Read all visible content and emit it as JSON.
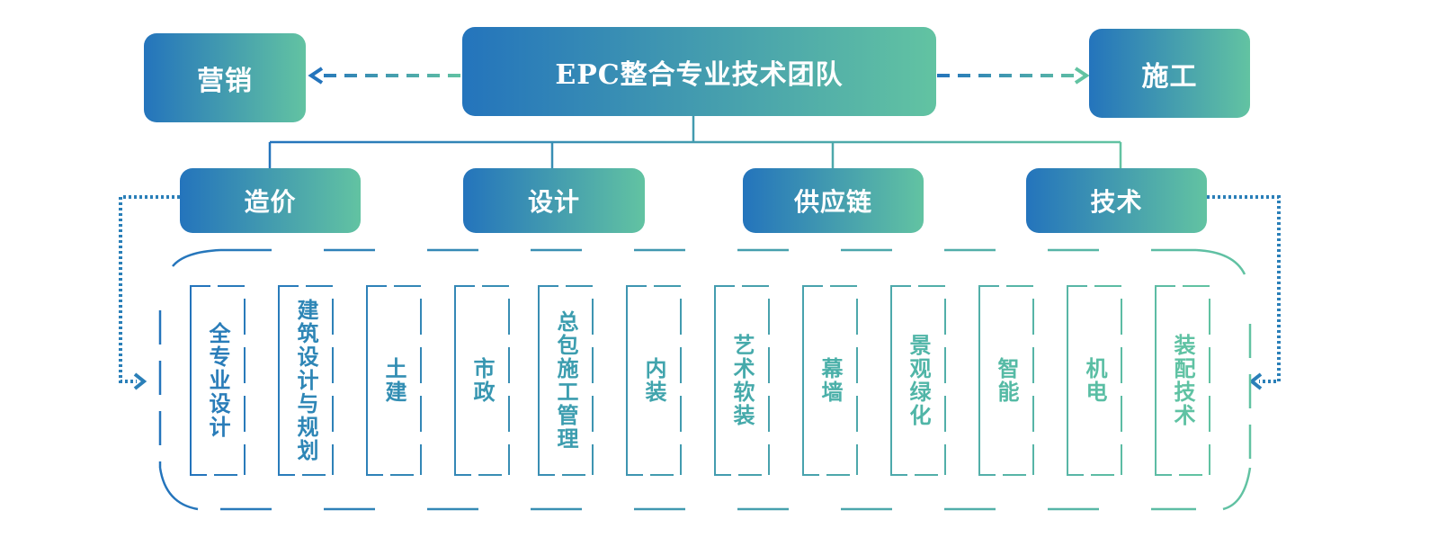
{
  "theme": {
    "gradient_start": "#2474BC",
    "gradient_end": "#62C3A2"
  },
  "diagram": {
    "center": "EPC整合专业技术团队",
    "left": "营销",
    "right": "施工",
    "departments": [
      "造价",
      "设计",
      "供应链",
      "技术"
    ],
    "specialties": [
      "全专业设计",
      "建筑设计与规划",
      "土建",
      "市政",
      "总包施工管理",
      "内装",
      "艺术软装",
      "幕墙",
      "景观绿化",
      "智能",
      "机电",
      "装配技术"
    ]
  }
}
